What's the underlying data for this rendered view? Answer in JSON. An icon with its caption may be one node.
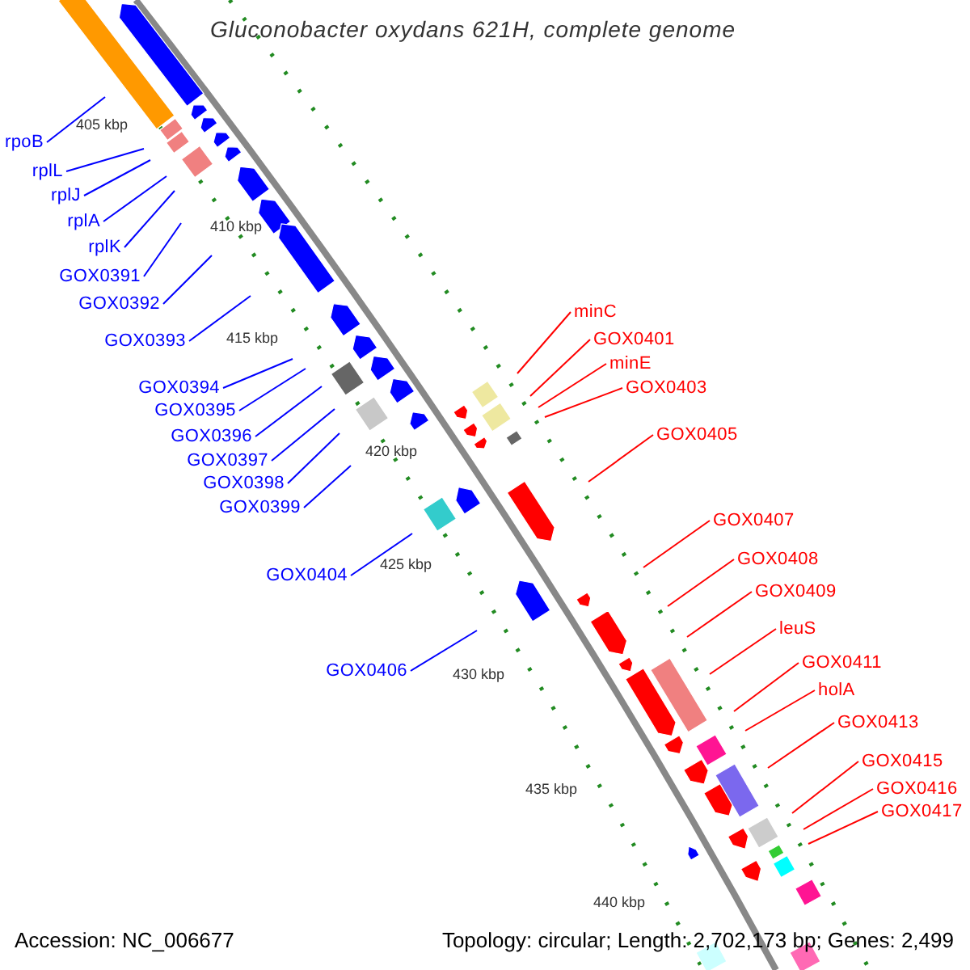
{
  "diagram": {
    "title": "Gluconobacter oxydans 621H, complete genome",
    "nodes": [
      {
        "text": [
          "rpoB"
        ]
      },
      {
        "text": [
          "rplL"
        ]
      },
      {
        "text": [
          "rplJ"
        ]
      },
      {
        "text": [
          "rplA"
        ]
      },
      {
        "text": [
          "rplK"
        ]
      },
      {
        "text": [
          "GOX0391"
        ]
      },
      {
        "text": [
          "GOX0392"
        ]
      },
      {
        "text": [
          "GOX0393"
        ]
      },
      {
        "text": [
          "GOX0394"
        ]
      },
      {
        "text": [
          "GOX0395"
        ]
      },
      {
        "text": [
          "GOX0396"
        ]
      },
      {
        "text": [
          "GOX0397"
        ]
      },
      {
        "text": [
          "GOX0398"
        ]
      },
      {
        "text": [
          "GOX0399"
        ]
      },
      {
        "text": [
          "GOX0404"
        ]
      },
      {
        "text": [
          "GOX0406"
        ]
      },
      {
        "text": [
          "minC"
        ]
      },
      {
        "text": [
          "GOX0401"
        ]
      },
      {
        "text": [
          "minE"
        ]
      },
      {
        "text": [
          "GOX0403"
        ]
      },
      {
        "text": [
          "GOX0405"
        ]
      },
      {
        "text": [
          "GOX0407"
        ]
      },
      {
        "text": [
          "GOX0408"
        ]
      },
      {
        "text": [
          "GOX0409"
        ]
      },
      {
        "text": [
          "leuS"
        ]
      },
      {
        "text": [
          "GOX0411"
        ]
      },
      {
        "text": [
          "holA"
        ]
      },
      {
        "text": [
          "GOX0413"
        ]
      },
      {
        "text": [
          "GOX0415"
        ]
      },
      {
        "text": [
          "GOX0416"
        ]
      },
      {
        "text": [
          "GOX0417"
        ]
      }
    ],
    "edges": [
      {
        "from": 0,
        "to": null,
        "arrow": "none"
      },
      {
        "from": 1,
        "to": null,
        "arrow": "none"
      },
      {
        "from": 2,
        "to": null,
        "arrow": "none"
      },
      {
        "from": 3,
        "to": null,
        "arrow": "none"
      },
      {
        "from": 4,
        "to": null,
        "arrow": "none"
      },
      {
        "from": 5,
        "to": null,
        "arrow": "none"
      },
      {
        "from": 6,
        "to": null,
        "arrow": "none"
      },
      {
        "from": 7,
        "to": null,
        "arrow": "none"
      },
      {
        "from": 8,
        "to": null,
        "arrow": "none"
      },
      {
        "from": 9,
        "to": null,
        "arrow": "none"
      },
      {
        "from": 10,
        "to": null,
        "arrow": "none"
      },
      {
        "from": 11,
        "to": null,
        "arrow": "none"
      },
      {
        "from": 12,
        "to": null,
        "arrow": "none"
      },
      {
        "from": 13,
        "to": null,
        "arrow": "none"
      },
      {
        "from": 14,
        "to": null,
        "arrow": "none"
      },
      {
        "from": 15,
        "to": null,
        "arrow": "none"
      },
      {
        "from": 16,
        "to": null,
        "arrow": "none",
        "color": "#ff0000"
      },
      {
        "from": 17,
        "to": null,
        "arrow": "none",
        "color": "#ff0000"
      },
      {
        "from": 18,
        "to": null,
        "arrow": "none",
        "color": "#ff0000"
      },
      {
        "from": 19,
        "to": null,
        "arrow": "none",
        "color": "#ff0000"
      },
      {
        "from": 20,
        "to": null,
        "arrow": "none",
        "color": "#ff0000"
      },
      {
        "from": 21,
        "to": null,
        "arrow": "none",
        "color": "#ff0000"
      },
      {
        "from": 22,
        "to": null,
        "arrow": "none",
        "color": "#ff0000"
      },
      {
        "from": 23,
        "to": null,
        "arrow": "none",
        "color": "#ff0000"
      },
      {
        "from": 24,
        "to": null,
        "arrow": "none",
        "color": "#ff0000"
      },
      {
        "from": 25,
        "to": null,
        "arrow": "none",
        "color": "#ff0000"
      },
      {
        "from": 26,
        "to": null,
        "arrow": "none",
        "color": "#ff0000"
      },
      {
        "from": 27,
        "to": null,
        "arrow": "none",
        "color": "#ff0000"
      },
      {
        "from": 28,
        "to": null,
        "arrow": "none",
        "color": "#ff0000"
      },
      {
        "from": 29,
        "to": null,
        "arrow": "none",
        "color": "#ff0000"
      },
      {
        "from": 30,
        "to": null,
        "arrow": "none",
        "color": "#ff0000"
      }
    ],
    "labels": [
      "405 kbp",
      "410 kbp",
      "415 kbp",
      "420 kbp",
      "425 kbp",
      "430 kbp",
      "435 kbp",
      "440 kbp",
      "Accession: NC_006677",
      "Topology: circular; Length: 2,702,173 bp; Genes: 2,499"
    ]
  }
}
